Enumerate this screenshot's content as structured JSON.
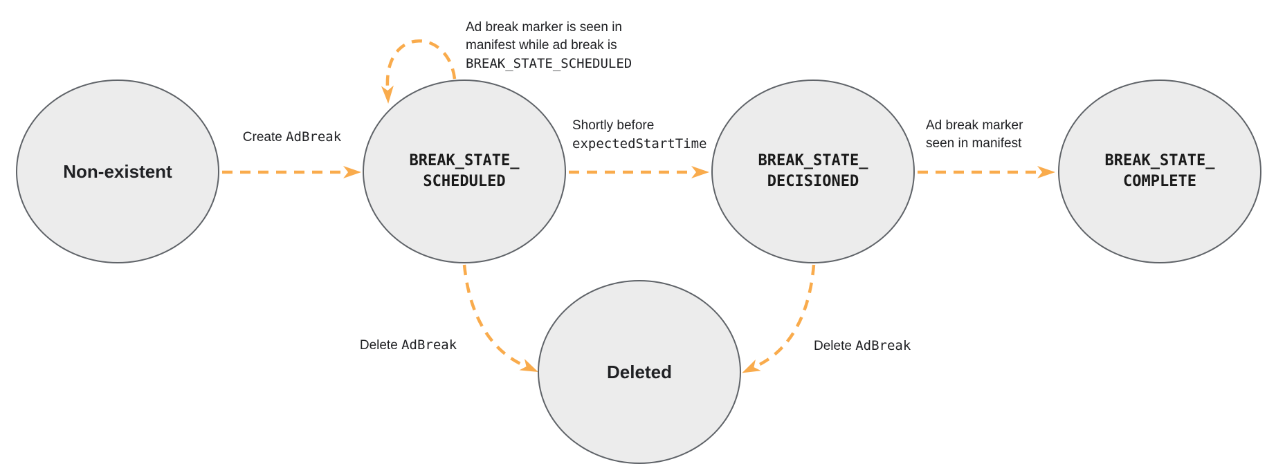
{
  "diagram": {
    "type": "state-machine",
    "colors": {
      "arrow": "#F9AB4C",
      "node_fill": "#ECECEC",
      "node_border": "#5F6368",
      "text": "#202124"
    },
    "states": {
      "non_existent": {
        "label": "Non-existent"
      },
      "scheduled": {
        "label": "BREAK_STATE_\nSCHEDULED"
      },
      "decisioned": {
        "label": "BREAK_STATE_\nDECISIONED"
      },
      "complete": {
        "label": "BREAK_STATE_\nCOMPLETE"
      },
      "deleted": {
        "label": "Deleted"
      }
    },
    "transitions": {
      "create": {
        "text": "Create ",
        "code": "AdBreak"
      },
      "self_loop": {
        "line1": "Ad break marker is seen in",
        "line2": "manifest while ad break is",
        "code": "BREAK_STATE_SCHEDULED"
      },
      "to_decisioned": {
        "text": "Shortly before",
        "code": "expectedStartTime"
      },
      "to_complete": {
        "line1": "Ad break marker",
        "line2": "seen in manifest"
      },
      "delete_from_scheduled": {
        "text": "Delete ",
        "code": "AdBreak"
      },
      "delete_from_decisioned": {
        "text": "Delete ",
        "code": "AdBreak"
      }
    }
  }
}
